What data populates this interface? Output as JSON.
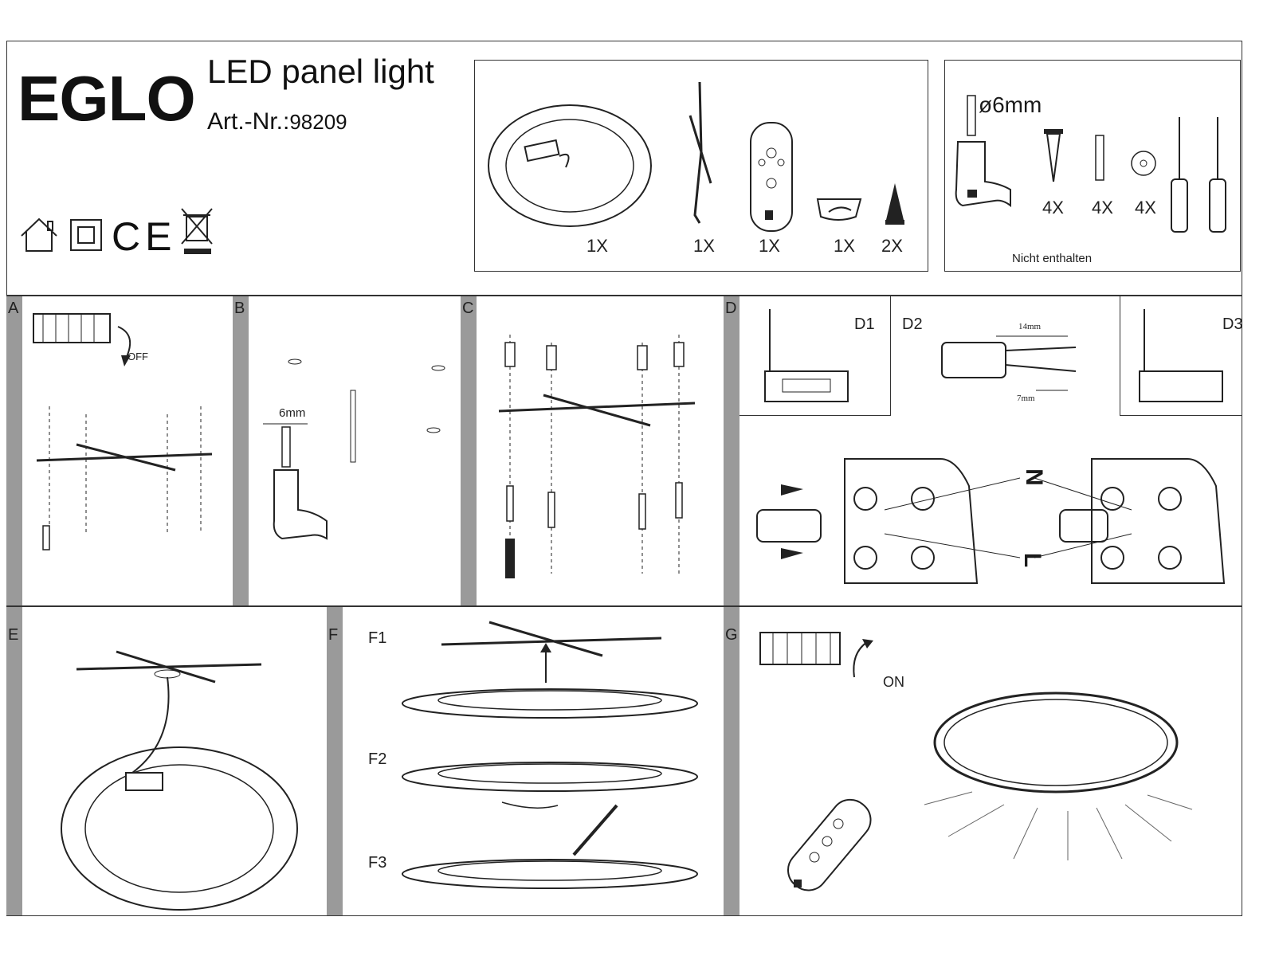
{
  "header": {
    "brand": "EGLO",
    "product": "LED panel light",
    "art_label": "Art.-Nr.:",
    "art_number": "98209"
  },
  "icons": [
    "indoor-house-icon",
    "protection-class-2-icon",
    "ce-mark-icon",
    "weee-bin-icon"
  ],
  "ce_text": "CE",
  "parts": {
    "items": [
      {
        "name": "panel",
        "qty": "1X"
      },
      {
        "name": "mounting-bracket",
        "qty": "1X"
      },
      {
        "name": "remote-control",
        "qty": "1X"
      },
      {
        "name": "cable-clip",
        "qty": "1X"
      },
      {
        "name": "screw",
        "qty": "2X"
      }
    ]
  },
  "not_included": {
    "drill_size": "ø6mm",
    "items": [
      {
        "name": "screw",
        "qty": "4X"
      },
      {
        "name": "dowel",
        "qty": "4X"
      },
      {
        "name": "washer",
        "qty": "4X"
      }
    ],
    "note": "Nicht enthalten"
  },
  "steps": {
    "A": {
      "letter": "A",
      "off_text": "OFF"
    },
    "B": {
      "letter": "B",
      "drill_label": "6mm"
    },
    "C": {
      "letter": "C"
    },
    "D": {
      "letter": "D",
      "sub": [
        "D1",
        "D2",
        "D3"
      ],
      "strip_long": "14mm",
      "strip_short": "7mm",
      "terminal_n": "N",
      "terminal_l": "L"
    },
    "E": {
      "letter": "E"
    },
    "F": {
      "letter": "F",
      "sub": [
        "F1",
        "F2",
        "F3"
      ]
    },
    "G": {
      "letter": "G",
      "on_text": "ON"
    }
  },
  "colors": {
    "line": "#1a1a1a",
    "sidebar": "#9a9a9a"
  }
}
